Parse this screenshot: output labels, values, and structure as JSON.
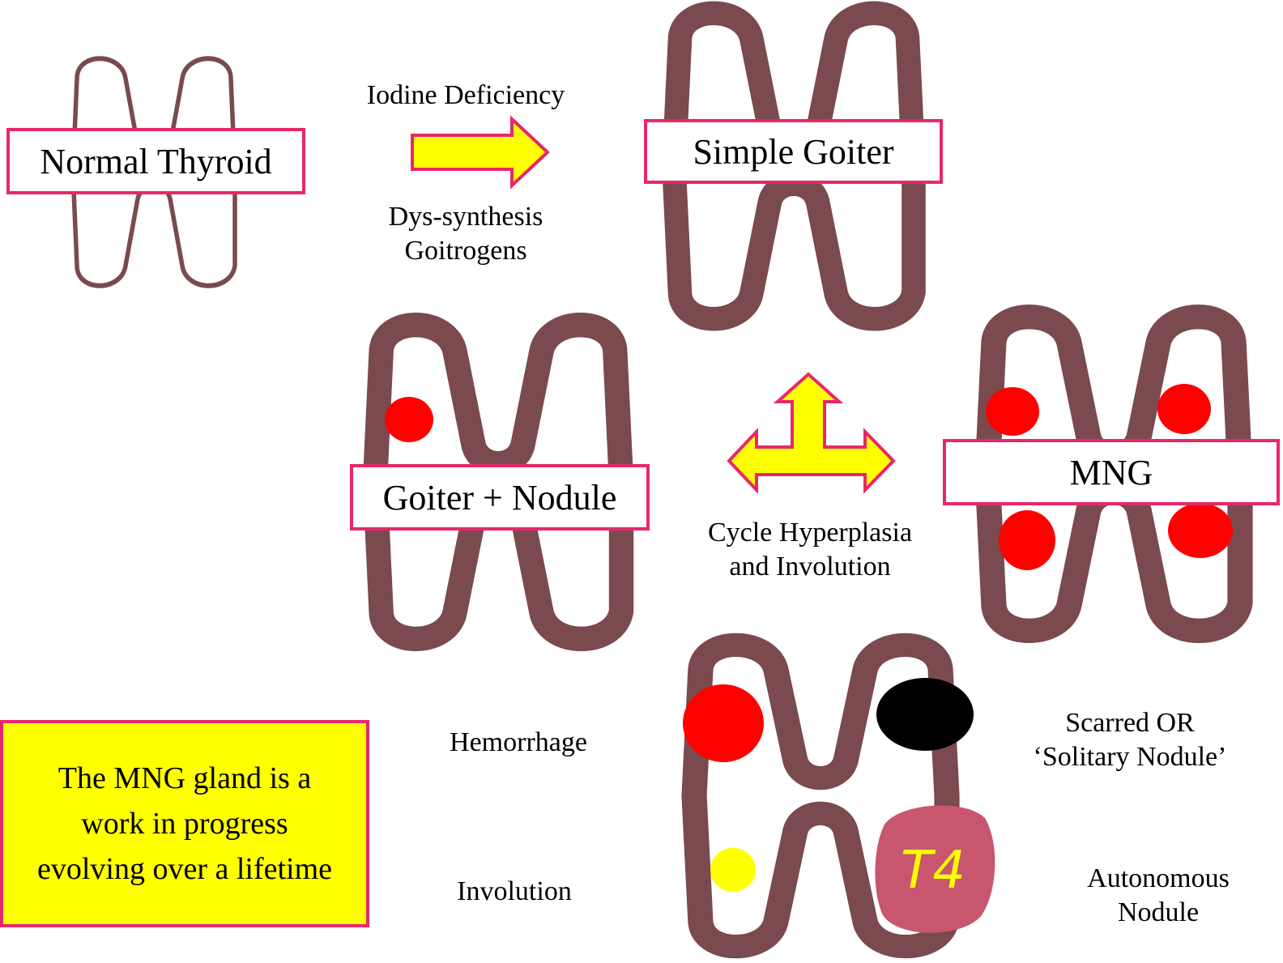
{
  "stages": {
    "normal": {
      "label": "Normal Thyroid"
    },
    "simple_goiter": {
      "label": "Simple Goiter"
    },
    "goiter_nodule": {
      "label": "Goiter + Nodule"
    },
    "mng": {
      "label": "MNG"
    }
  },
  "arrows": {
    "right_arrow": {
      "label_top": "Iodine Deficiency",
      "label_bottom_1": "Dys-synthesis",
      "label_bottom_2": "Goitrogens"
    },
    "cycle_arrow": {
      "label_1": "Cycle Hyperplasia",
      "label_2": "and Involution"
    }
  },
  "outcomes": {
    "hemorrhage": "Hemorrhage",
    "involution": "Involution",
    "scarred_1": "Scarred OR",
    "scarred_2": "‘Solitary Nodule’",
    "autonomous_1": "Autonomous",
    "autonomous_2": "Nodule",
    "hormone_label": "T4"
  },
  "note": {
    "line_1": "The MNG gland is a",
    "line_2": "work in progress",
    "line_3": "evolving over a lifetime"
  },
  "colors": {
    "outline": "#7a4a4e",
    "box_border": "#e8276b",
    "arrow_fill": "#ffff00",
    "arrow_border": "#e8276b",
    "nodule_red": "#ff0000",
    "nodule_black": "#000000",
    "nodule_yellow": "#ffff00",
    "autonomous_nodule": "#c8566e",
    "note_fill": "#ffff00"
  }
}
